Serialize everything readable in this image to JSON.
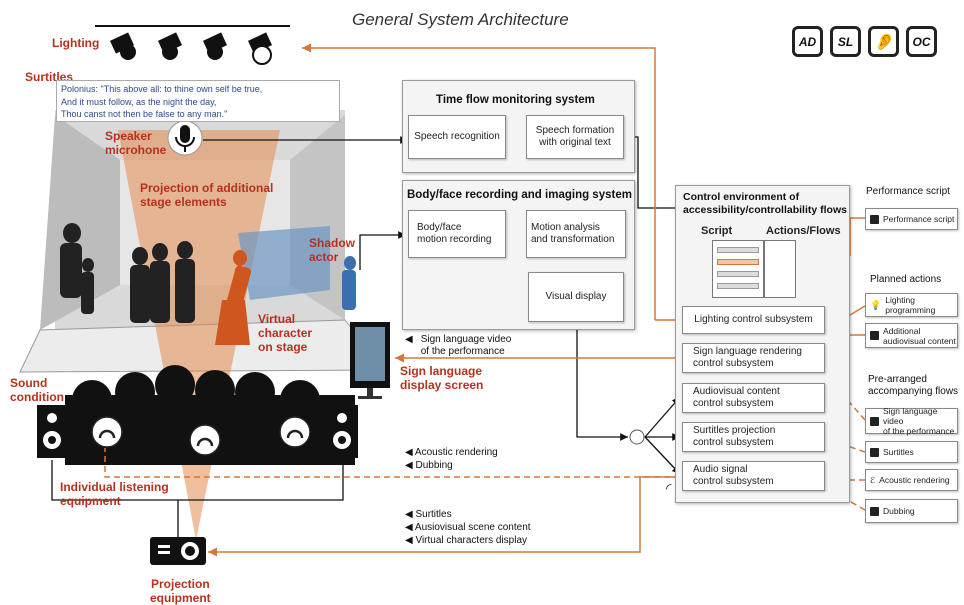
{
  "title": "General System Architecture",
  "accessibility_icons": [
    {
      "label": "AD",
      "icon": "audio-description-icon"
    },
    {
      "label": "SL",
      "icon": "sign-language-icon"
    },
    {
      "label": "",
      "icon": "hearing-assistance-icon"
    },
    {
      "label": "OC",
      "icon": "open-captions-icon"
    }
  ],
  "stage": {
    "lighting": "Lighting",
    "surtitles": "Surtitles",
    "surtitle_text": "Polonius: \"This above all: to thine own self be true,\nAnd it must follow, as the night the day,\nThou canst not then be false to any man.\"",
    "speaker_microphone": "Speaker\nmicrohone",
    "projection_elements": "Projection of additional\nstage elements",
    "shadow_actor": "Shadow\nactor",
    "virtual_character": "Virtual\ncharacter\non stage",
    "sign_language_screen": "Sign language\ndisplay screen",
    "sound_condition": "Sound\ncondition",
    "individual_listening": "Individual listening\nequipment",
    "projection_equipment": "Projection\nequipment"
  },
  "time_flow": {
    "title": "Time flow monitoring system",
    "speech_recognition": "Speech recognition",
    "speech_formation": "Speech formation\nwith original text"
  },
  "body_face": {
    "title": "Body/face recording and imaging system",
    "motion_recording": "Body/face\nmotion recording",
    "motion_analysis": "Motion analysis\nand transformation",
    "visual_display": "Visual display"
  },
  "control": {
    "title": "Control environment of\naccessibility/controllability flows",
    "script": "Script",
    "actions_flows": "Actions/Flows",
    "subsystems": [
      "Lighting control subsystem",
      "Sign language rendering\ncontrol subsystem",
      "Audiovisual content\ncontrol subsystem",
      "Surtitles projection\ncontrol subsystem",
      "Audio signal\ncontrol subsystem"
    ]
  },
  "outputs": {
    "sign_video": "Sign language video\nof the performance",
    "acoustic": [
      "Acoustic rendering",
      "Dubbing"
    ],
    "projection": [
      "Surtitles",
      "Ausiovisual scene content",
      "Virtual characters display"
    ]
  },
  "right_column": {
    "performance_script_header": "Performance script",
    "performance_script": "Performance script",
    "planned_actions_header": "Planned actions",
    "lighting_programming": "Lighting\nprogramming",
    "additional_av": "Additional\naudiovisual content",
    "prearranged_header": "Pre-arranged\naccompanying flows",
    "sign_video": "Sign language video\nof the performance",
    "surtitles": "Surtitles",
    "acoustic_rendering": "Acoustic rendering",
    "dubbing": "Dubbing"
  },
  "colors": {
    "accent_red": "#b5321e",
    "flow_orange": "#d2783c",
    "line_black": "#111111"
  }
}
